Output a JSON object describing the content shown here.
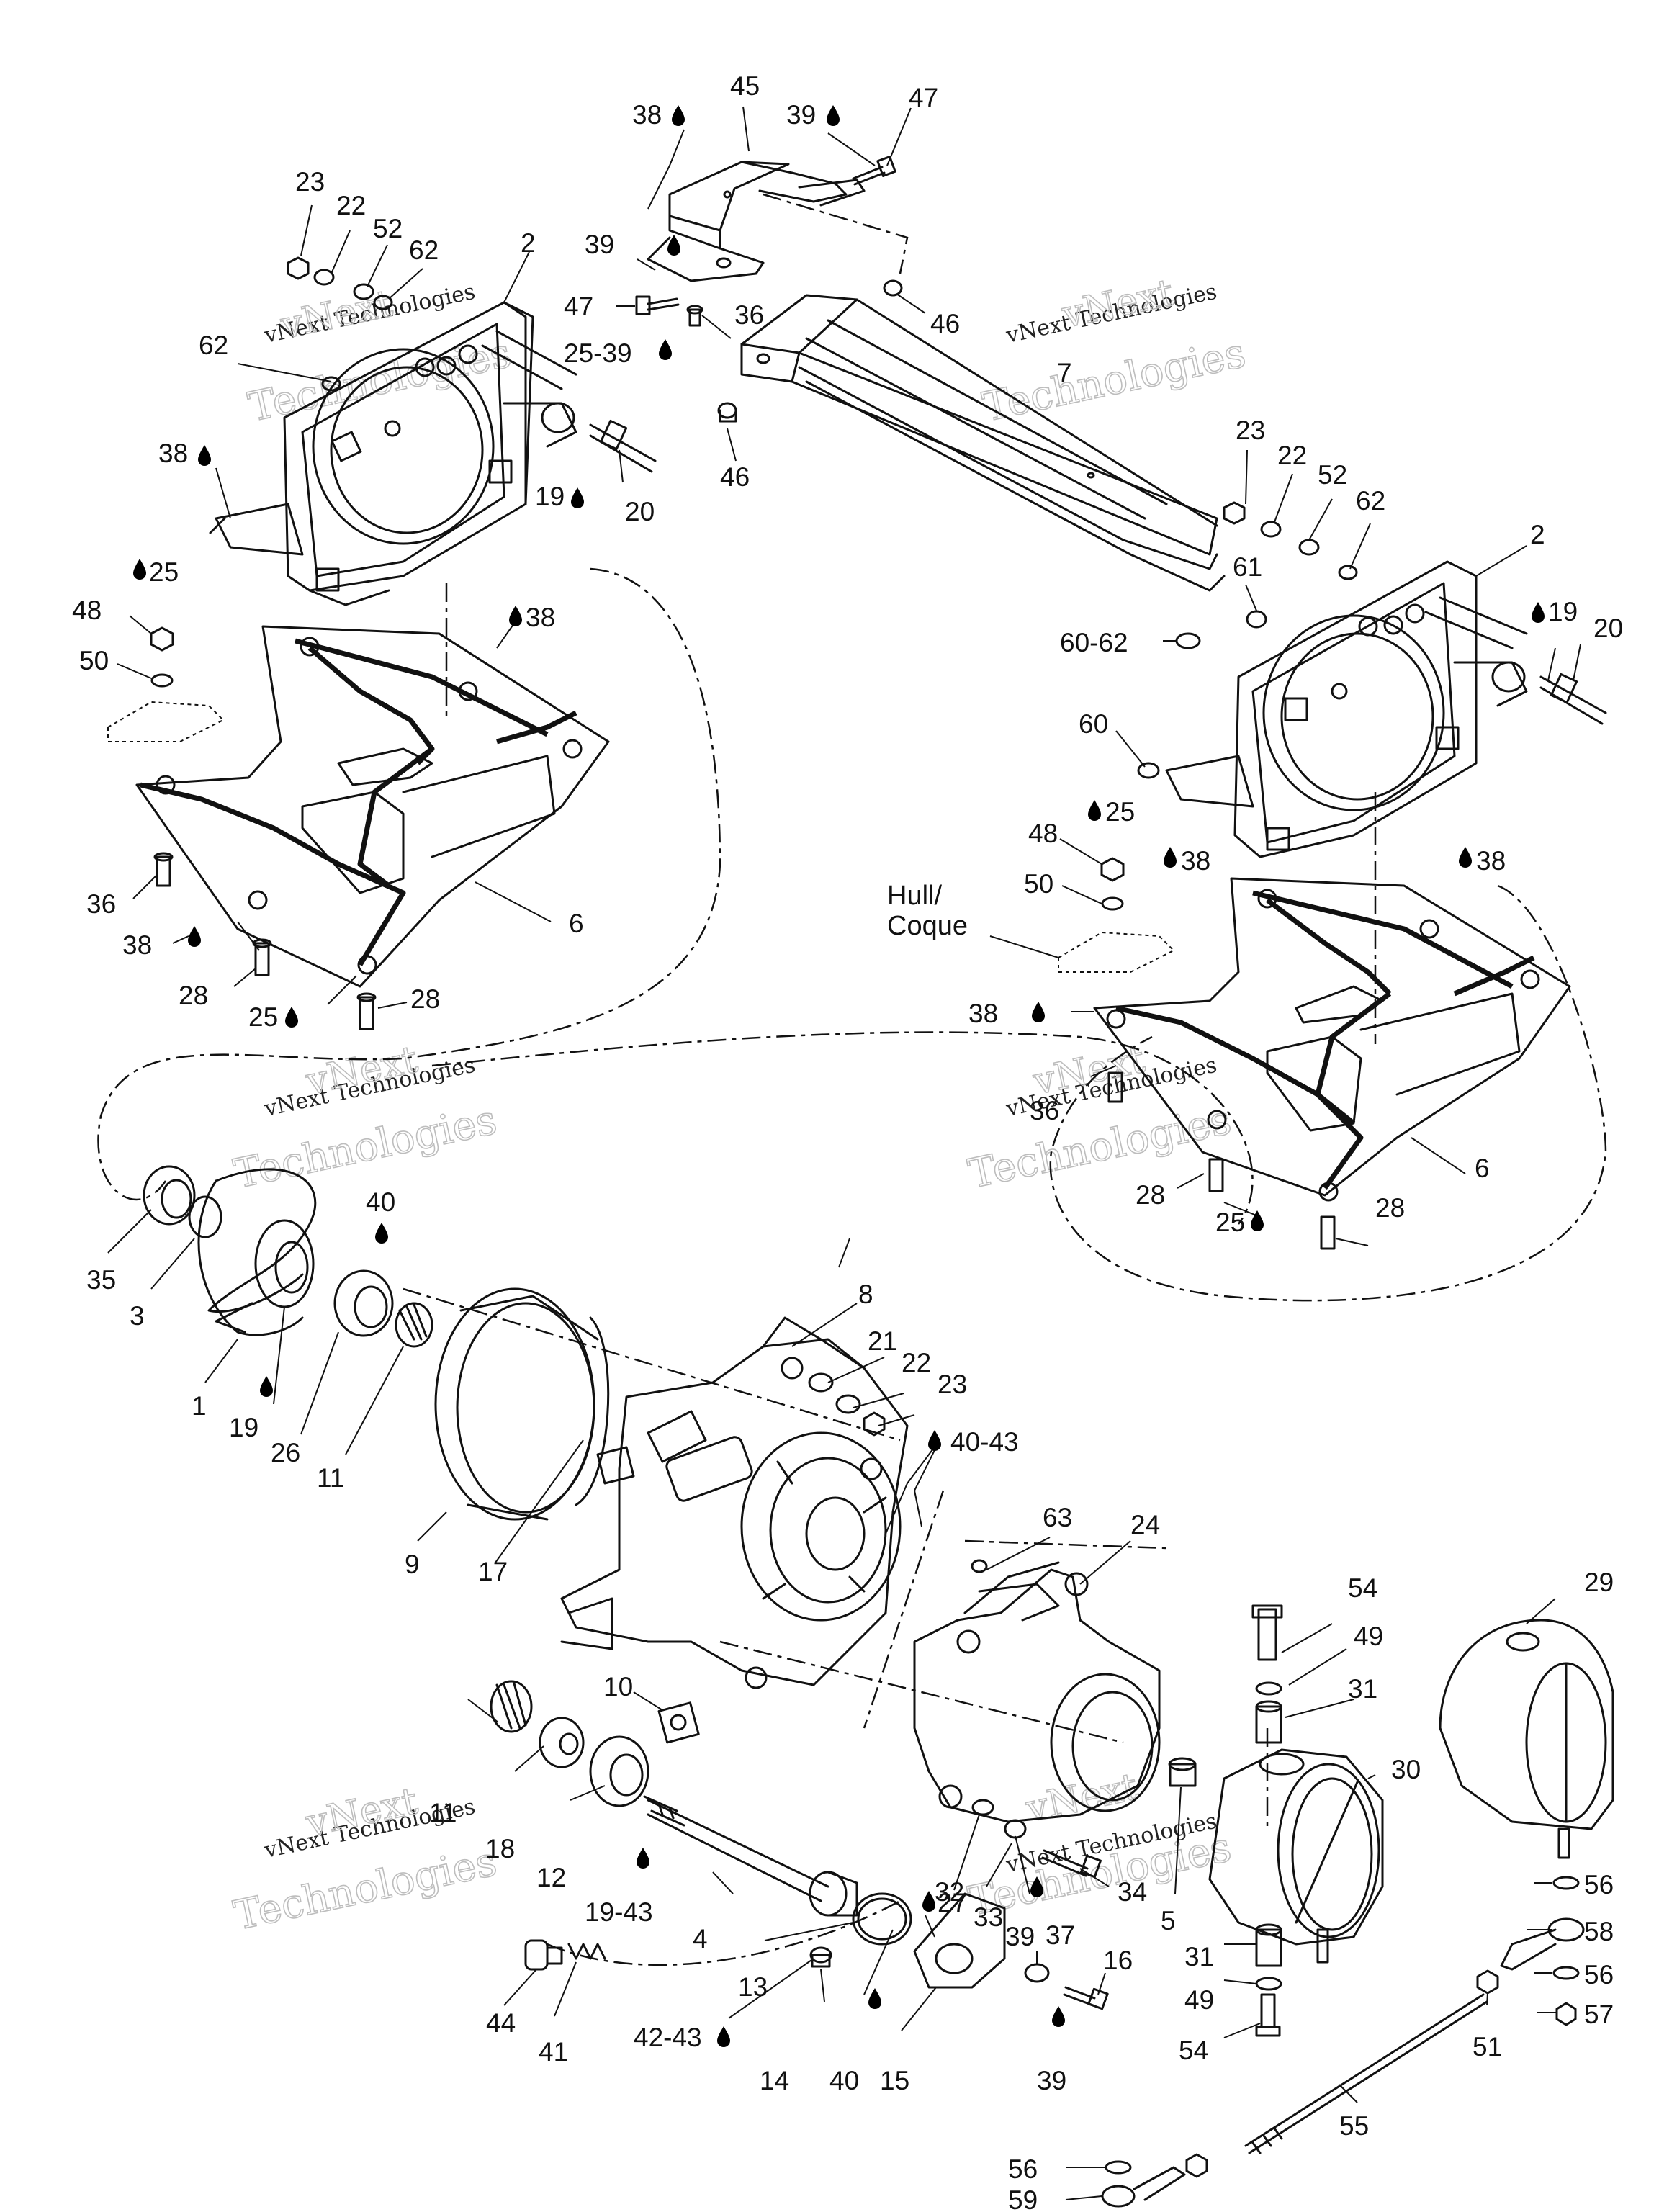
{
  "watermark": {
    "line1": "vNext",
    "line2": "Technologies",
    "inline": "vNext Technologies"
  },
  "labels": {
    "l1": "1",
    "l2a": "2",
    "l2b": "2",
    "l3": "3",
    "l4": "4",
    "l5": "5",
    "l6a": "6",
    "l6b": "6",
    "l7": "7",
    "l8": "8",
    "l9": "9",
    "l10": "10",
    "l11a": "11",
    "l11b": "11",
    "l12": "12",
    "l13": "13",
    "l14": "14",
    "l15": "15",
    "l16": "16",
    "l17": "17",
    "l18": "18",
    "l19a": "19",
    "l19b": "19",
    "l19c": "19",
    "l19_43": "19-43",
    "l20a": "20",
    "l20b": "20",
    "l21": "21",
    "l22a": "22",
    "l22b": "22",
    "l22c": "22",
    "l23a": "23",
    "l23b": "23",
    "l23c": "23",
    "l24": "24",
    "l25a": "25",
    "l25b": "25",
    "l25c": "25",
    "l25d": "25",
    "l25_39": "25-39",
    "l26": "26",
    "l27": "27",
    "l28a": "28",
    "l28b": "28",
    "l28c": "28",
    "l28d": "28",
    "l29": "29",
    "l30": "30",
    "l31a": "31",
    "l31b": "31",
    "l32": "32",
    "l33": "33",
    "l34": "34",
    "l35": "35",
    "l36a": "36",
    "l36b": "36",
    "l36c": "36",
    "l37": "37",
    "l38a": "38",
    "l38b": "38",
    "l38c": "38",
    "l38d": "38",
    "l38e": "38",
    "l38f": "38",
    "l38g": "38",
    "l39a": "39",
    "l39b": "39",
    "l39c": "39",
    "l39d": "39",
    "l40a": "40",
    "l40b": "40",
    "l40_43": "40-43",
    "l41": "41",
    "l42_43": "42-43",
    "l44": "44",
    "l45": "45",
    "l46a": "46",
    "l46b": "46",
    "l47a": "47",
    "l47b": "47",
    "l48a": "48",
    "l48b": "48",
    "l49a": "49",
    "l49b": "49",
    "l50a": "50",
    "l50b": "50",
    "l51": "51",
    "l52a": "52",
    "l52b": "52",
    "l54a": "54",
    "l54b": "54",
    "l55": "55",
    "l56a": "56",
    "l56b": "56",
    "l56c": "56",
    "l57": "57",
    "l58": "58",
    "l59": "59",
    "l60": "60",
    "l60_62": "60-62",
    "l61": "61",
    "l62a": "62",
    "l62b": "62",
    "l62c": "62",
    "l63": "63",
    "hull1": "Hull/",
    "hull2": "Coque"
  }
}
